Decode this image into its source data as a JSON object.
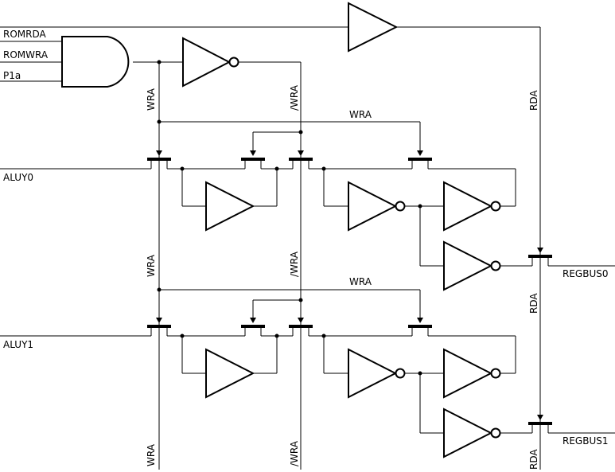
{
  "signals": {
    "romrda": "ROMRDA",
    "romwra": "ROMWRA",
    "p1a": "P1a",
    "wra": "WRA",
    "nwra": "/WRA",
    "rda": "RDA",
    "aluy0": "ALUY0",
    "aluy1": "ALUY1",
    "regbus0": "REGBUS0",
    "regbus1": "REGBUS1"
  }
}
